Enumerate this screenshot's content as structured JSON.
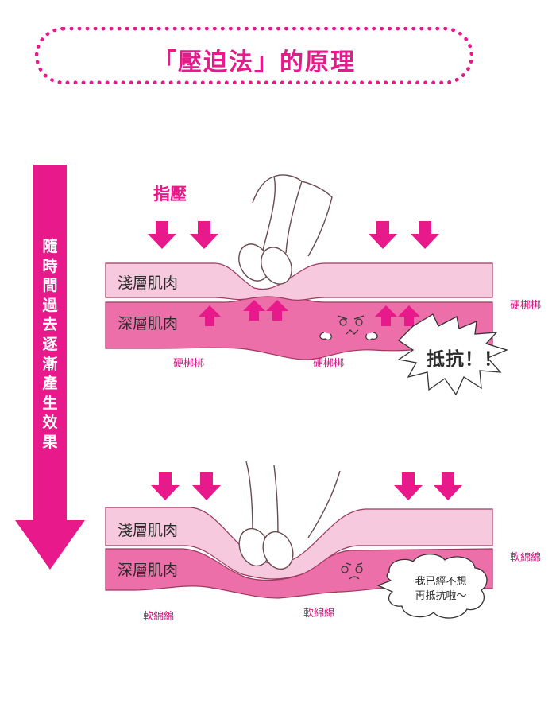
{
  "title": "「壓迫法」的原理",
  "side_label": [
    "隨",
    "時",
    "間",
    "過",
    "去",
    "逐",
    "漸",
    "產",
    "生",
    "效",
    "果"
  ],
  "top_panel": {
    "press_label": "指壓",
    "shallow_label": "淺層肌肉",
    "deep_label": "深層肌肉",
    "stiff_left": "硬梆梆",
    "stiff_mid": "硬梆梆",
    "stiff_right": "硬梆梆",
    "resist_text": "抵抗！！"
  },
  "bottom_panel": {
    "shallow_label": "淺層肌肉",
    "deep_label": "深層肌肉",
    "soft_left": "軟綿綿",
    "soft_mid": "軟綿綿",
    "soft_right": "軟綿綿",
    "bubble_line1": "我已經不想",
    "bubble_line2": "再抵抗啦～"
  },
  "colors": {
    "accent": "#e8198b",
    "shallow_muscle": "#f7c9de",
    "deep_muscle": "#ec6fa9"
  }
}
